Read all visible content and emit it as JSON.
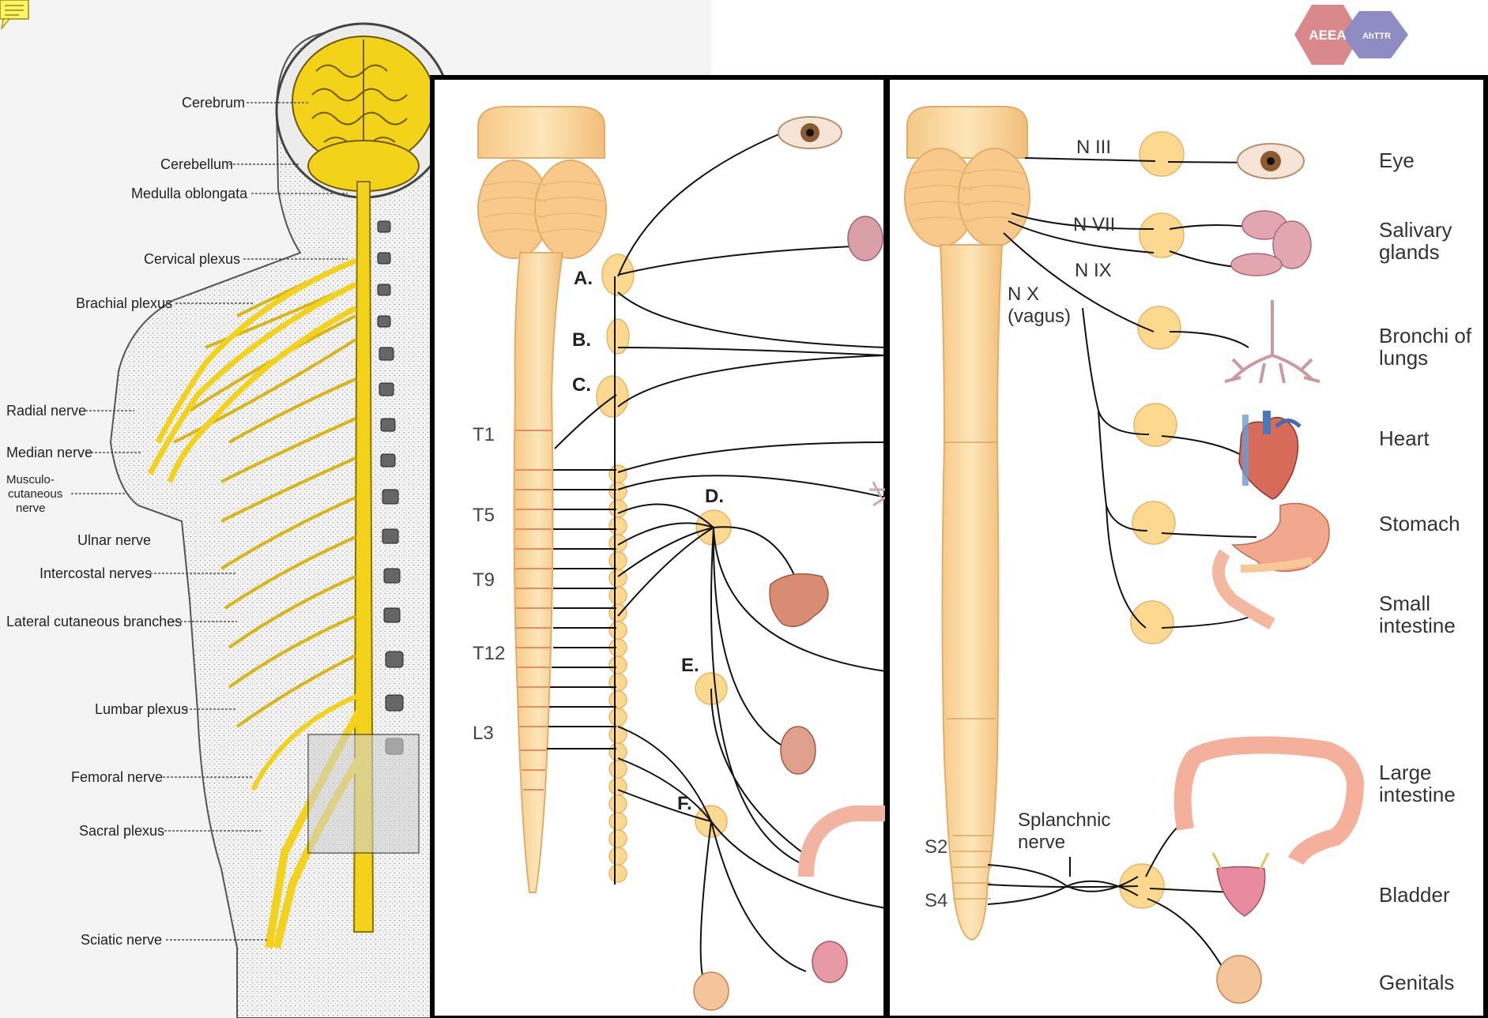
{
  "logo": {
    "left_text": "AEEA",
    "right_text": "AhTTR"
  },
  "left_figure": {
    "labels": {
      "cerebrum": "Cerebrum",
      "cerebellum": "Cerebellum",
      "medulla": "Medulla oblongata",
      "cervical_plexus": "Cervical plexus",
      "brachial_plexus": "Brachial plexus",
      "radial": "Radial nerve",
      "median": "Median nerve",
      "musculo_1": "Musculo-",
      "musculo_2": "cutaneous",
      "musculo_3": "nerve",
      "ulnar": "Ulnar nerve",
      "intercostal": "Intercostal nerves",
      "lateral_cutaneous": "Lateral cutaneous branches",
      "lumbar": "Lumbar plexus",
      "femoral": "Femoral nerve",
      "sacral": "Sacral plexus",
      "sciatic": "Sciatic nerve"
    }
  },
  "middle_panel": {
    "ganglia": {
      "a": "A.",
      "b": "B.",
      "c": "C.",
      "d": "D.",
      "e": "E.",
      "f": "F."
    },
    "segments": {
      "t1": "T1",
      "t5": "T5",
      "t9": "T9",
      "t12": "T12",
      "l3": "L3"
    }
  },
  "right_panel": {
    "nerves": {
      "n3": "N III",
      "n7": "N VII",
      "n9": "N IX",
      "n10a": "N X",
      "n10b": "(vagus)",
      "splanchnic_1": "Splanchnic",
      "splanchnic_2": "nerve"
    },
    "segments": {
      "s2": "S2",
      "s4": "S4"
    },
    "organs": {
      "eye": "Eye",
      "salivary_1": "Salivary",
      "salivary_2": "glands",
      "bronchi_1": "Bronchi of",
      "bronchi_2": "lungs",
      "heart": "Heart",
      "stomach": "Stomach",
      "small_1": "Small",
      "small_2": "intestine",
      "large_1": "Large",
      "large_2": "intestine",
      "bladder": "Bladder",
      "genitals": "Genitals"
    }
  },
  "colors": {
    "nerve_yellow": "#f2d21a",
    "cord_fill": "#fcd99a",
    "cord_stroke": "#e6b56b",
    "ganglion": "#fcd98f",
    "panel_border": "#000000",
    "logo_left": "#d9888c",
    "logo_right": "#8f8cc4"
  }
}
